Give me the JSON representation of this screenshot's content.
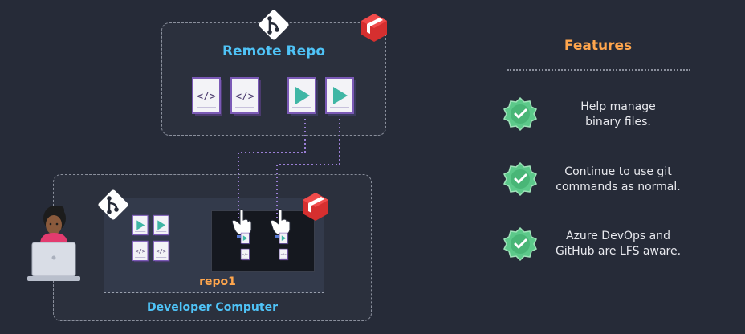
{
  "remote": {
    "title": "Remote Repo"
  },
  "developer": {
    "title": "Developer Computer",
    "repo_label": "repo1"
  },
  "features": {
    "title": "Features",
    "items": [
      {
        "line1": "Help manage",
        "line2": "binary files."
      },
      {
        "line1": "Continue to use git",
        "line2": "commands as normal."
      },
      {
        "line1": "Azure DevOps and",
        "line2": "GitHub are LFS aware."
      }
    ]
  },
  "colors": {
    "background": "#262b38",
    "accent_blue": "#4fc3f7",
    "accent_orange": "#ffa64d",
    "connector_purple": "#9b7fd6",
    "badge_green": "#5cc98a"
  },
  "icons": [
    "git-icon",
    "lfs-cube-icon",
    "code-file-icon",
    "media-file-icon",
    "pointer-hand-icon",
    "check-badge-icon",
    "developer-avatar-icon",
    "laptop-icon"
  ]
}
